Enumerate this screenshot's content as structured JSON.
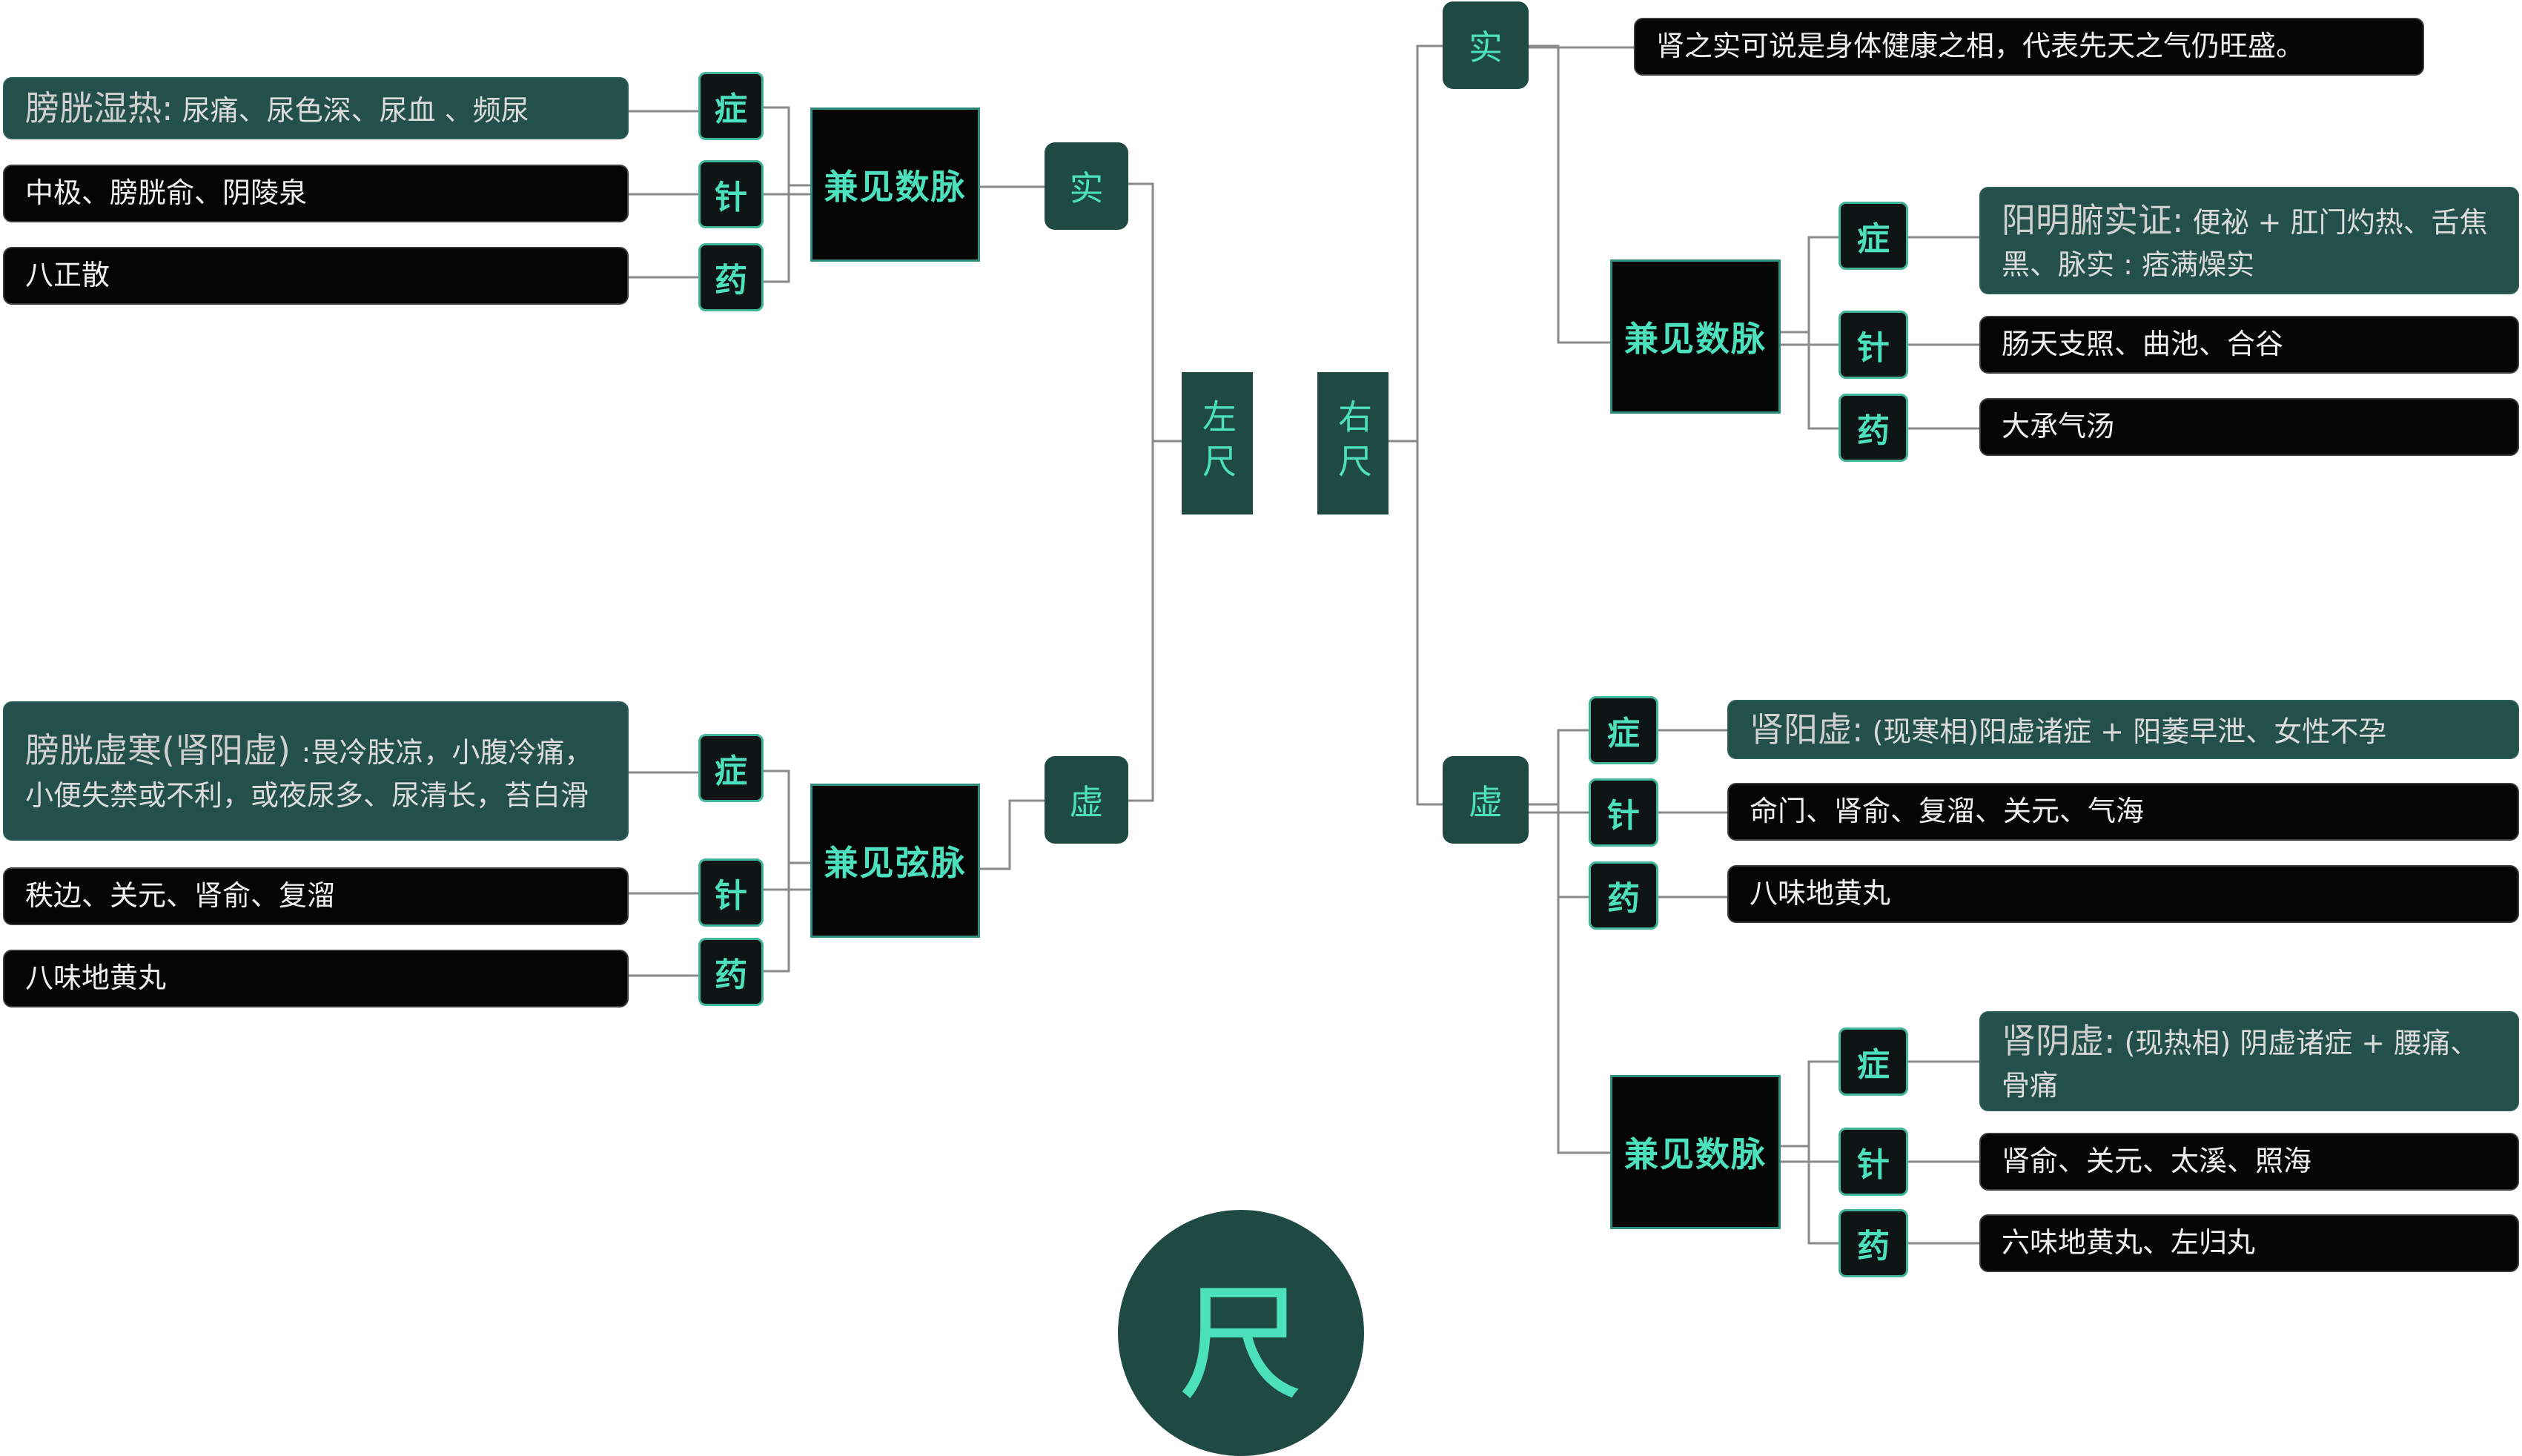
{
  "root": {
    "label": "尺"
  },
  "left": {
    "label": "左尺",
    "shi": {
      "label": "实",
      "pulse": "兼见数脉",
      "zheng_tag": "症",
      "zhen_tag": "针",
      "yao_tag": "药",
      "zheng_title": "膀胱湿热:",
      "zheng_text": " 尿痛、尿色深、尿血 、频尿",
      "zhen": "中极、膀胱俞、阴陵泉",
      "yao": "八正散"
    },
    "xu": {
      "label": "虚",
      "pulse": "兼见弦脉",
      "zheng_tag": "症",
      "zhen_tag": "针",
      "yao_tag": "药",
      "zheng_title": "膀胱虚寒(肾阳虚) ",
      "zheng_text": ":畏冷肢凉，小腹冷痛，小便失禁或不利，或夜尿多、尿清长，苔白滑",
      "zhen": "秩边、关元、肾俞、复溜",
      "yao": "八味地黄丸"
    }
  },
  "right": {
    "label": "右尺",
    "shi": {
      "label": "实",
      "note": "肾之实可说是身体健康之相，代表先天之气仍旺盛。",
      "pulse": "兼见数脉",
      "zheng_tag": "症",
      "zhen_tag": "针",
      "yao_tag": "药",
      "zheng_title": "阳明腑实证:",
      "zheng_text": " 便祕 + 肛门灼热、舌焦黑、脉实 : 痞满燥实",
      "zhen": "肠天支照、曲池、合谷",
      "yao": "大承气汤"
    },
    "xu": {
      "label": "虚",
      "zheng_tag": "症",
      "zhen_tag": "针",
      "yao_tag": "药",
      "zheng_title": "肾阳虚:",
      "zheng_text": " (现寒相)阳虚诸症 + 阳萎早泄、女性不孕",
      "zhen": "命门、肾俞、复溜、关元、气海",
      "yao": "八味地黄丸",
      "sub": {
        "pulse": "兼见数脉",
        "zheng_tag": "症",
        "zhen_tag": "针",
        "yao_tag": "药",
        "zheng_title": "肾阴虚:",
        "zheng_text": " (现热相) 阴虚诸症 + 腰痛、骨痛",
        "zhen": "肾俞、关元、太溪、照海",
        "yao": "六味地黄丸、左归丸"
      }
    }
  },
  "colors": {
    "accent": "#4ce0bd",
    "node_dark_green": "#1f4a44",
    "leaf_black": "#050505",
    "leaf_green": "#23504a",
    "connector": "#8a8a8a"
  }
}
